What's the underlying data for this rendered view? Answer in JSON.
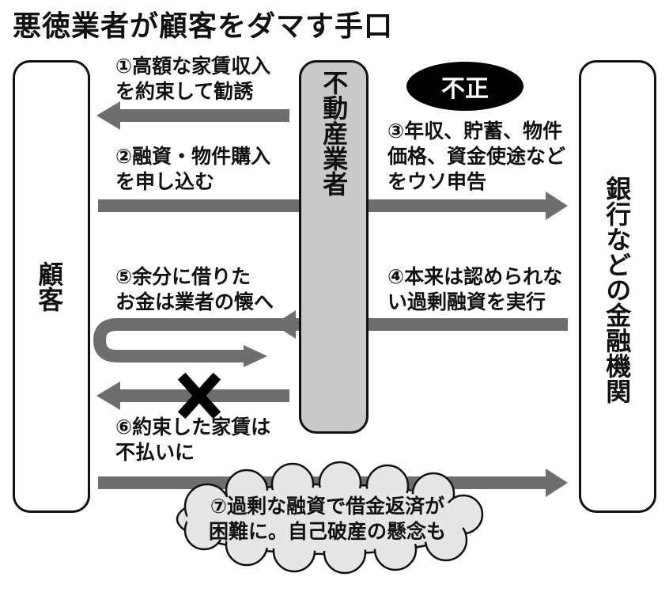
{
  "title": "悪徳業者が顧客をダマす手口",
  "nodes": {
    "customer": "顧客",
    "broker": "不動産業者",
    "bank": "銀行などの金融機関"
  },
  "badge": "不正",
  "steps": {
    "s1": "①高額な家賃収入\nを約束して勧誘",
    "s2": "②融資・物件購入\nを申し込む",
    "s3": "③年収、貯蓄、物件\n価格、資金使途など\nをウソ申告",
    "s4": "④本来は認められな\nい過剰融資を実行",
    "s5": "⑤余分に借りた\nお金は業者の懐へ",
    "s6": "⑥約束した家賃は\n不払いに",
    "s7": "⑦過剰な融資で借金返済が\n困難に。自己破産の懸念も"
  },
  "colors": {
    "arrow": "#6e6e6e",
    "broker_fill": "#c9c9c9",
    "cloud_fill": "#e6e6e6"
  }
}
